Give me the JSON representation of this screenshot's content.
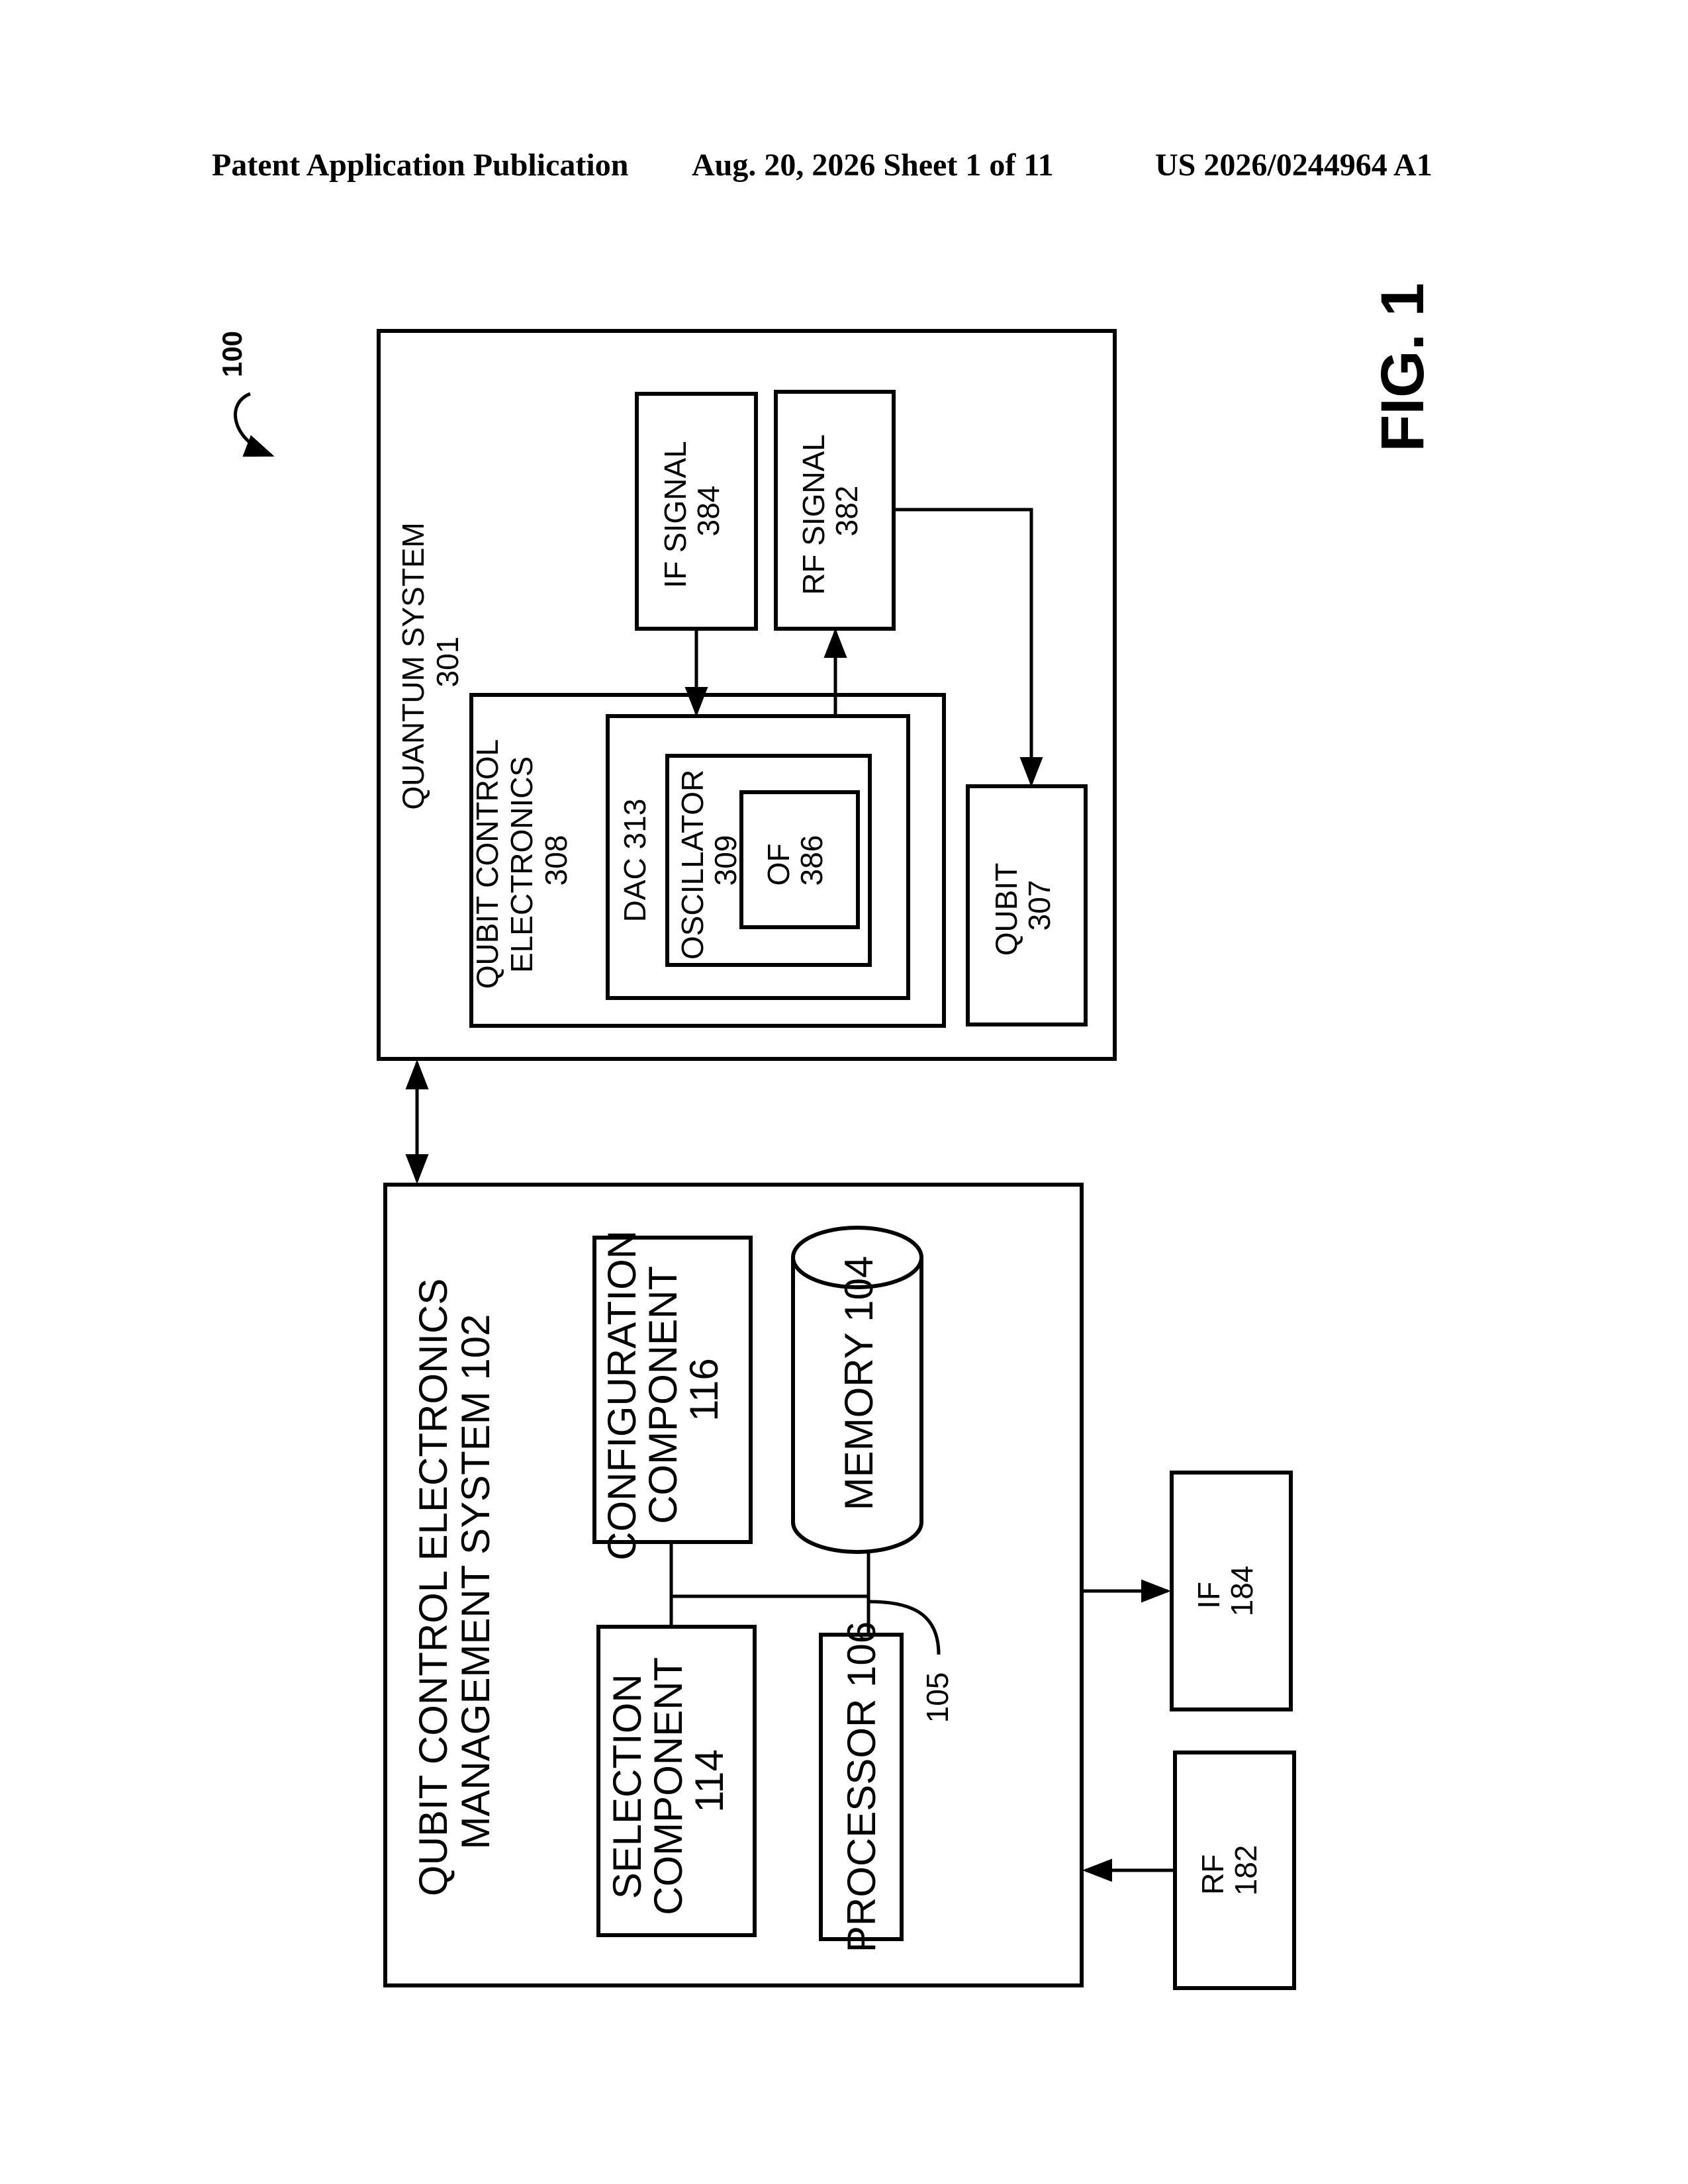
{
  "header": {
    "publication": "Patent Application Publication",
    "date_sheet": "Aug. 20, 2026  Sheet 1 of 11",
    "number": "US 2026/0244964 A1"
  },
  "figure": {
    "label": "FIG. 1",
    "ref_system": "100",
    "quantum_system": {
      "line1": "QUANTUM SYSTEM",
      "line2": "301"
    },
    "qubit_control_electronics": {
      "line1": "QUBIT CONTROL",
      "line2": "ELECTRONICS",
      "line3": "308"
    },
    "dac": {
      "line1": "DAC 313"
    },
    "oscillator": {
      "line1": "OSCILLATOR",
      "line2": "309"
    },
    "of": {
      "line1": "OF",
      "line2": "386"
    },
    "if_signal": {
      "line1": "IF SIGNAL",
      "line2": "384"
    },
    "rf_signal": {
      "line1": "RF SIGNAL",
      "line2": "382"
    },
    "qubit": {
      "line1": "QUBIT",
      "line2": "307"
    },
    "management_system": {
      "line1": "QUBIT CONTROL ELECTRONICS",
      "line2": "MANAGEMENT SYSTEM 102"
    },
    "configuration_component": {
      "line1": "CONFIGURATION",
      "line2": "COMPONENT",
      "line3": "116"
    },
    "selection_component": {
      "line1": "SELECTION",
      "line2": "COMPONENT",
      "line3": "114"
    },
    "memory": {
      "line1": "MEMORY 104"
    },
    "processor": {
      "line1": "PROCESSOR 106"
    },
    "bus_ref": "105",
    "if_out": {
      "line1": "IF",
      "line2": "184"
    },
    "rf_in": {
      "line1": "RF",
      "line2": "182"
    }
  }
}
